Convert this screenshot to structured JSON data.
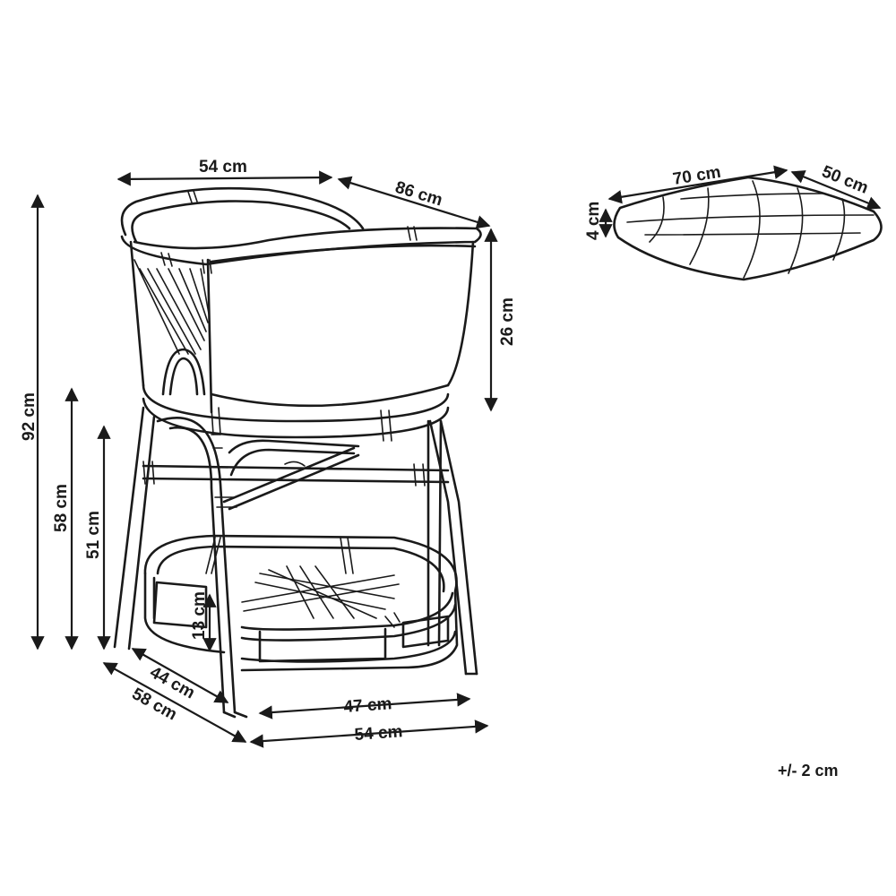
{
  "dimensions": {
    "width_top": "54 cm",
    "depth_top": "86 cm",
    "basket_height": "26 cm",
    "total_height": "92 cm",
    "height_58": "58 cm",
    "seat_height": "51 cm",
    "tray_height": "13 cm",
    "depth_inner": "44 cm",
    "depth_outer": "58 cm",
    "width_inner": "47 cm",
    "width_outer": "54 cm"
  },
  "cushion": {
    "length": "70 cm",
    "width": "50 cm",
    "thickness": "4 cm"
  },
  "tolerance": "+/- 2 cm",
  "colors": {
    "line": "#1a1a1a",
    "background": "#ffffff"
  }
}
